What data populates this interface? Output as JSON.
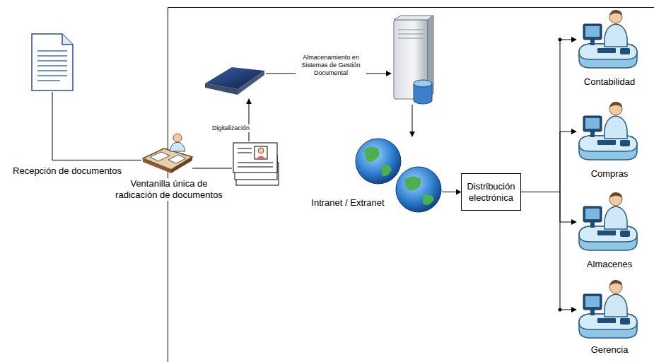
{
  "diagram": {
    "nodes": [
      {
        "text": [
          "Recepción de documentos"
        ]
      },
      {
        "text": [
          "Ventanilla única de radicación de documentos"
        ]
      },
      {
        "text": [
          "Intranet / Extranet"
        ]
      },
      {
        "text": [
          "Distribución electrónica"
        ]
      },
      {
        "text": [
          "Contabilidad"
        ]
      },
      {
        "text": [
          "Compras"
        ]
      },
      {
        "text": [
          "Almacenes"
        ]
      },
      {
        "text": [
          "Gerencia"
        ]
      }
    ],
    "edges": [
      {
        "from": 0,
        "to": 1,
        "arrow": "none"
      },
      {
        "from": 2,
        "to": 3,
        "arrow": "to"
      },
      {
        "from": 3,
        "to": 4,
        "arrow": "to"
      },
      {
        "from": 3,
        "to": 5,
        "arrow": "to"
      },
      {
        "from": 3,
        "to": 6,
        "arrow": "to"
      },
      {
        "from": 3,
        "to": 7,
        "arrow": "to"
      }
    ],
    "labels": [
      "Digitalización",
      "Almacenamiento en Sistemas de Gestión Documental"
    ]
  }
}
